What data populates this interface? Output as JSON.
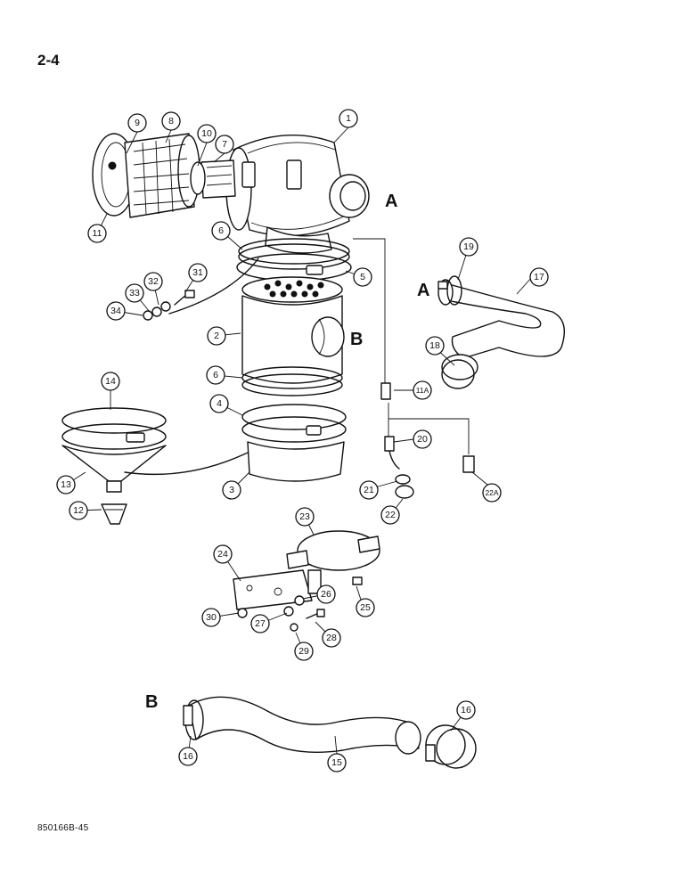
{
  "page_number": "2-4",
  "document_code": "850166B-45",
  "connection_letters": {
    "a": "A",
    "b": "B"
  },
  "part_callouts": [
    "1",
    "2",
    "3",
    "4",
    "5",
    "6",
    "6",
    "7",
    "8",
    "9",
    "10",
    "11",
    "11A",
    "12",
    "13",
    "14",
    "15",
    "16",
    "16",
    "17",
    "18",
    "19",
    "20",
    "21",
    "22",
    "22A",
    "23",
    "24",
    "25",
    "26",
    "27",
    "28",
    "29",
    "30",
    "31",
    "32",
    "33",
    "34"
  ]
}
